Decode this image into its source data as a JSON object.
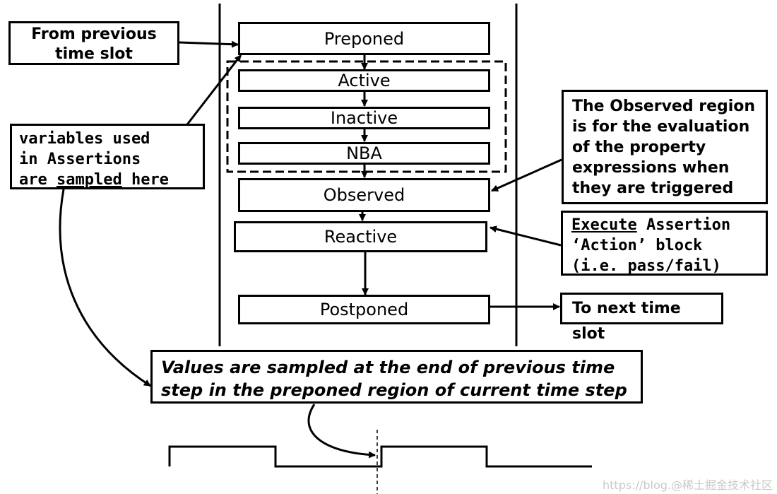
{
  "regions": {
    "preponed": "Preponed",
    "active": "Active",
    "inactive": "Inactive",
    "nba": "NBA",
    "observed": "Observed",
    "reactive": "Reactive",
    "postponed": "Postponed"
  },
  "notes": {
    "from_previous": "From previous time slot",
    "sampled_line1": "variables used",
    "sampled_line2": "in Assertions",
    "sampled_line3_pre": "are ",
    "sampled_line3_u": "sampled",
    "sampled_line3_post": " here",
    "observed_note": "The Observed region is for the evaluation of the property expressions when they are triggered",
    "execute_u": "Execute",
    "execute_rest": " Assertion",
    "action_line": "‘Action’ block",
    "pass_fail_line": "(i.e. pass/fail)",
    "to_next": "To next time slot",
    "values_sampled": "Values are sampled at the end of previous time step in the preponed region of current time step"
  },
  "watermark": "https://blog.@稀土掘金技术社区"
}
